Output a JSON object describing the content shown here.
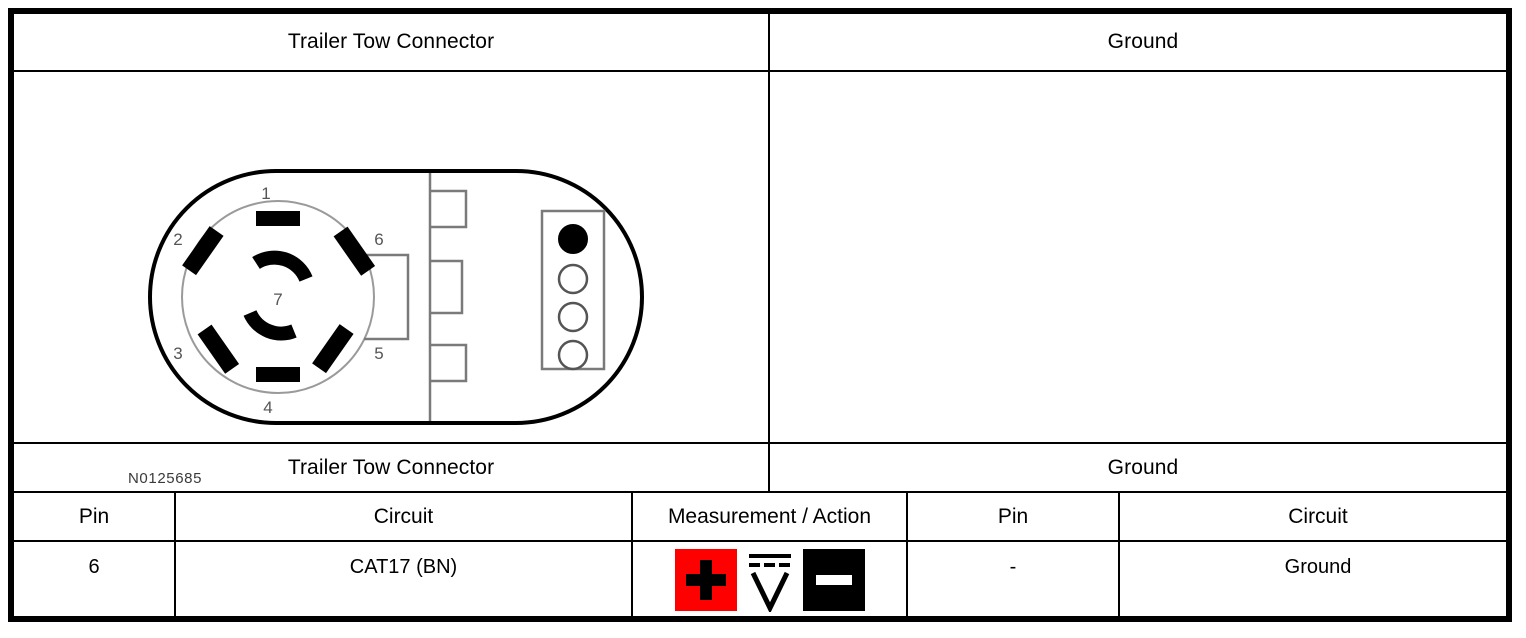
{
  "titles": {
    "left": "Trailer Tow Connector",
    "right": "Ground"
  },
  "titles_lower": {
    "left": "Trailer Tow Connector",
    "right": "Ground"
  },
  "headers": {
    "left_pin": "Pin",
    "left_circuit": "Circuit",
    "measurement": "Measurement / Action",
    "right_pin": "Pin",
    "right_circuit": "Circuit"
  },
  "row": {
    "left_pin": "6",
    "left_circuit": "CAT17 (BN)",
    "right_pin": "-",
    "right_circuit": "Ground"
  },
  "measurement_icons": {
    "positive": "plus-probe-icon",
    "meter": "dc-voltage-icon",
    "negative": "minus-probe-icon",
    "positive_color": "#ff0000",
    "negative_color": "#000000",
    "meter_letter": "V"
  },
  "connector": {
    "part_number": "N0125685",
    "pin_labels": [
      "1",
      "2",
      "3",
      "4",
      "5",
      "6",
      "7"
    ],
    "terminal_block_circles": [
      "filled",
      "open",
      "open",
      "open"
    ]
  },
  "ground": {
    "symbol": "chassis-ground-icon"
  }
}
